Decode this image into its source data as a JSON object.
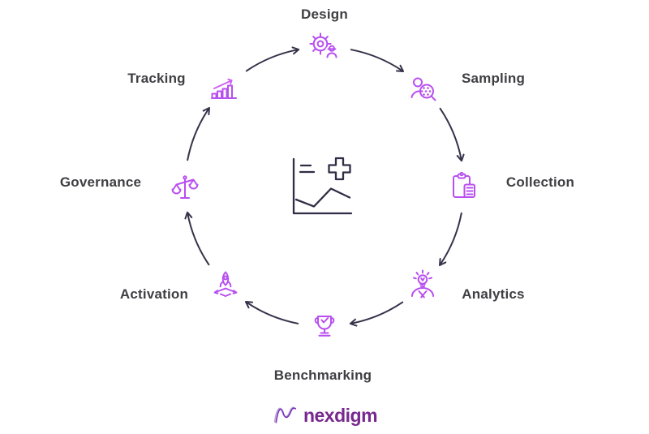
{
  "diagram": {
    "stages": [
      {
        "label": "Design",
        "icon": "gear-person-icon"
      },
      {
        "label": "Sampling",
        "icon": "person-magnifier-icon"
      },
      {
        "label": "Collection",
        "icon": "clipboard-document-icon"
      },
      {
        "label": "Analytics",
        "icon": "lightbulb-person-icon"
      },
      {
        "label": "Benchmarking",
        "icon": "trophy-check-icon"
      },
      {
        "label": "Activation",
        "icon": "rocket-launch-icon"
      },
      {
        "label": "Governance",
        "icon": "balance-scales-icon"
      },
      {
        "label": "Tracking",
        "icon": "growth-bar-chart-icon"
      }
    ],
    "center_icon": "chart-plus-icon",
    "flow": "clockwise"
  },
  "brand": {
    "name": "nexdigm",
    "mark": "nexdigm-wave-n-logo"
  },
  "colors": {
    "icon_purple": "#b84ff0",
    "icon_purple_light": "#cf63f2",
    "arrow_dark": "#35334a",
    "center_icon_dark": "#2f2d45",
    "label_text": "#3f3e42",
    "brand_purple": "#78288f",
    "background": "#ffffff"
  }
}
